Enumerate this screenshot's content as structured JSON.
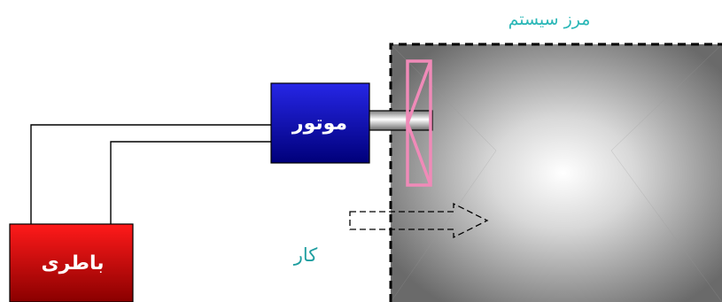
{
  "labels": {
    "system_boundary": "مرز سیستم",
    "motor": "موتور",
    "battery": "باطری",
    "work": "کار"
  },
  "colors": {
    "boundary_label": "#2ab7b7",
    "work_label": "#1f9ea0",
    "motor_fill": "#1111cc",
    "battery_fill": "#dd0000",
    "fan": "#f08ab8",
    "wire": "#000000",
    "box_dark": "#6a6a6a",
    "box_light": "#ffffff"
  }
}
